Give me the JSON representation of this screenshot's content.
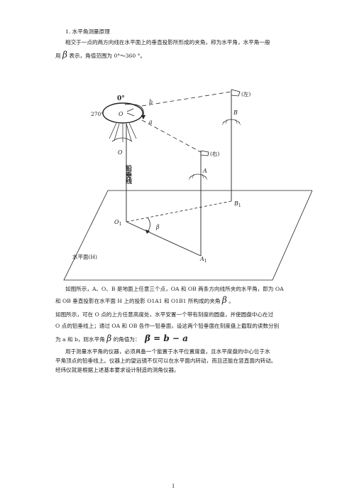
{
  "section": {
    "title": "1. 水平角测量原理",
    "p1_line1": "相交于一点的两方向线在水平面上的垂直投影所形成的夹角，称为水平角，水平角一般",
    "p1_line2_pre": "用",
    "p1_line2_sym": "β",
    "p1_line2_post": "表示，角值范围为 0°～360 °。"
  },
  "figure": {
    "label_zero": "0°",
    "label_270": "270°",
    "label_O_plate": "O",
    "label_b": "b",
    "label_a": "a",
    "label_O": "O",
    "flag_left": "(左)",
    "flag_right": "(右)",
    "label_B": "B",
    "label_A": "A",
    "plumb_line": "铅垂线",
    "label_B1": "B",
    "label_B1_sub": "1",
    "label_O1": "O",
    "label_O1_sub": "1",
    "label_A1": "A",
    "label_A1_sub": "1",
    "label_beta": "β",
    "plane_label": "水平面(H)"
  },
  "para2": {
    "line1": "如图所示，A、O、B 是地面上任意三个点，OA 和 OB 两条方向线所夹的水平角，即为 OA",
    "line2_pre": "和 OB 垂直投影在水平面 H 上的投影 O1A1 和 O1B1 所构成的夹角",
    "line2_sym": "β",
    "line2_post": "。"
  },
  "para3": {
    "line1": "如图所示，可在 O 点的上方任意高度处，水平安置一个带有刻度的圆盘，并使圆盘中心在过",
    "line2": "O 点的铅垂线上；通过 OA 和 OB 各作一铅垂面，设这两个铅垂面在刻度盘上截取的读数分别",
    "line3_pre": "为 a 和 b，则水平角",
    "line3_sym": "β",
    "line3_mid": "的角值为：",
    "formula": "β = b − a"
  },
  "para4": {
    "line1": "用于测量水平角的仪器，必须具备一个能置于水平位置度盘，且水平度盘的中心位于水",
    "line2": "平角顶点的铅垂线上。仪器上的望远镜不仅可以在水平面内转动，而且还能在竖直面内转动。",
    "line3": "经纬仪就是根据上述基本要求设计制造的测角仪器。"
  },
  "page_number": "1"
}
